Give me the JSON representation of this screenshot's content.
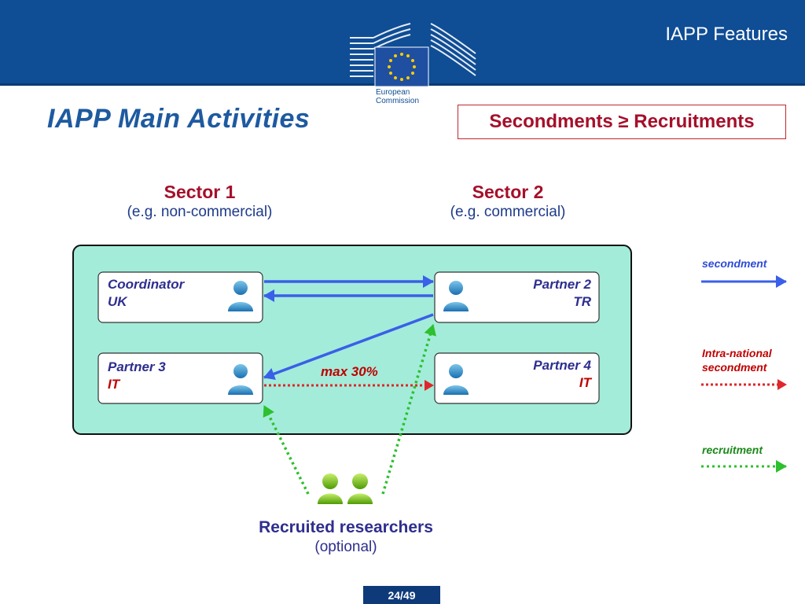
{
  "header": {
    "title": "IAPP Features",
    "logo_caption": [
      "European",
      "Commission"
    ]
  },
  "slide": {
    "title": "IAPP Main Activities",
    "formula": "Secondments ≥ Recruitments"
  },
  "sectors": [
    {
      "name": "Sector 1",
      "example": "(e.g. non-commercial)"
    },
    {
      "name": "Sector 2",
      "example": "(e.g. commercial)"
    }
  ],
  "nodes": [
    {
      "role": "Coordinator",
      "country": "UK"
    },
    {
      "role": "Partner 2",
      "country": "TR"
    },
    {
      "role": "Partner 3",
      "country": "IT"
    },
    {
      "role": "Partner 4",
      "country": "IT"
    }
  ],
  "edge_label": "max 30%",
  "legend": [
    {
      "label": "secondment",
      "color": "#3a5fe8"
    },
    {
      "label": "Intra-national secondment",
      "color": "#e0262a"
    },
    {
      "label": "recruitment",
      "color": "#2ec02e"
    }
  ],
  "recruited": {
    "label": "Recruited researchers",
    "note": "(optional)"
  },
  "footer": {
    "page": "24/49"
  }
}
